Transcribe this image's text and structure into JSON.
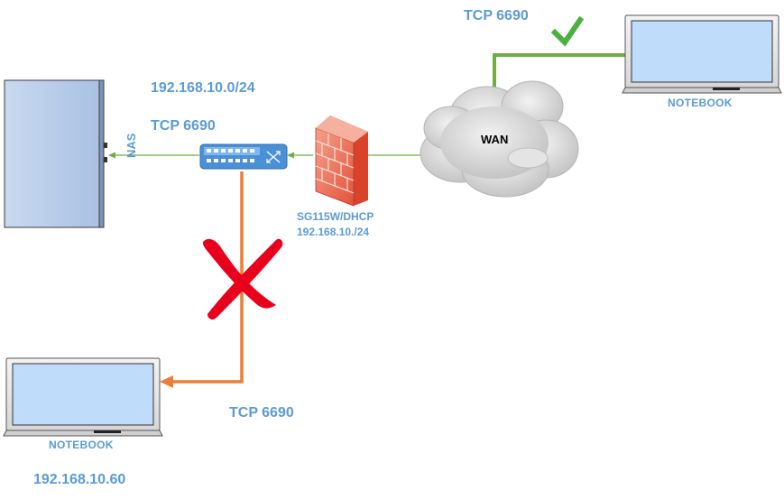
{
  "labels": {
    "tcp_top": "TCP 6690",
    "subnet": "192.168.10.0/24",
    "tcp_mid": "TCP 6690",
    "nas": "NAS",
    "wan": "WAN",
    "firewall_name": "SG115W/DHCP",
    "firewall_subnet": "192.168.10./24",
    "tcp_bottom": "TCP 6690",
    "notebook_right": "NOTEBOOK",
    "notebook_left": "NOTEBOOK",
    "notebook_left_ip": "192.168.10.60"
  },
  "colors": {
    "green_link": "#70ad47",
    "orange_link": "#ed7d31",
    "check_mark": "#4caf3f",
    "cross_mark": "#e8001c",
    "label_blue": "#5b9bd5",
    "device_fill": "#aec6e8",
    "screen_fill": "#bfdcfb"
  },
  "icons": {
    "server": "nas-server-icon",
    "switch": "network-switch-icon",
    "firewall": "firewall-icon",
    "cloud": "wan-cloud-icon",
    "laptop_right": "laptop-icon",
    "laptop_left": "laptop-icon",
    "check": "check-mark-icon",
    "cross": "cross-mark-icon"
  }
}
